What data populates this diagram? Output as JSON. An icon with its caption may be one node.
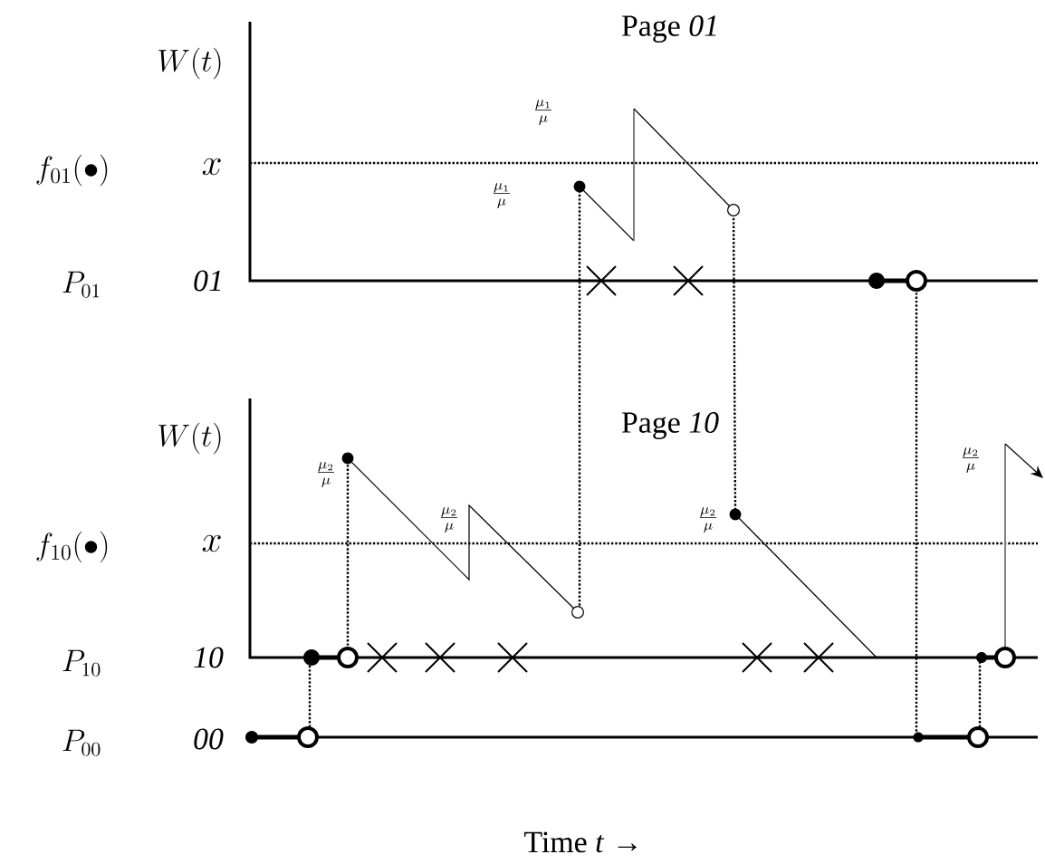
{
  "diagram": {
    "labels": [
      "W(t)",
      "Page *01*",
      "\\frac{\\mu_1}{\\mu}",
      "f_{01}(\\bullet)",
      "x",
      "\\frac{\\mu_1}{\\mu}",
      "P_{01}",
      "01",
      "W(t)",
      "Page *10*",
      "\\frac{\\mu_2}{\\mu}",
      "\\frac{\\mu_2}{\\mu}",
      "\\frac{\\mu_2}{\\mu}",
      "f_{10}(\\bullet)",
      "x",
      "\\frac{\\mu_2}{\\mu}",
      "P_{10}",
      "10",
      "P_{00}",
      "00",
      "Time *t* →"
    ]
  }
}
